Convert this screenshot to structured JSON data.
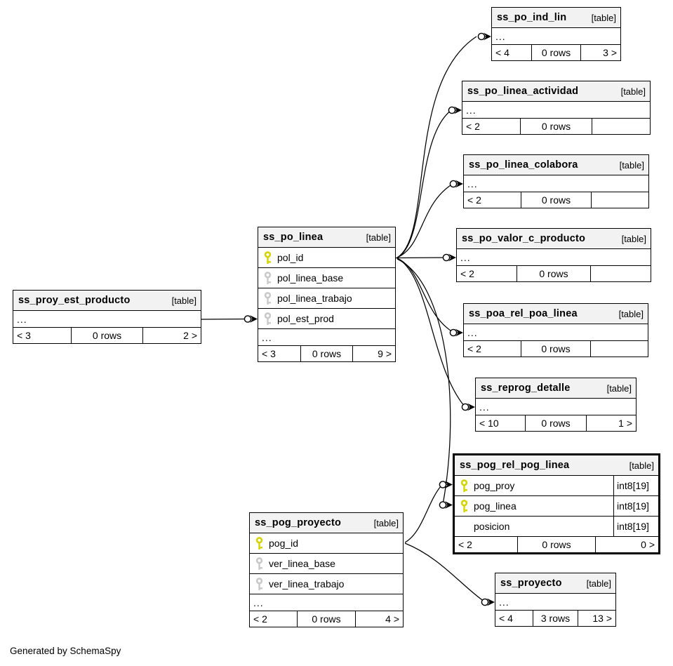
{
  "diagram": {
    "credit": "Generated by SchemaSpy",
    "colors": {
      "primary_key": "#d4d400",
      "foreign_key": "#c9c9c9",
      "header_bg": "#f2f2f2",
      "border": "#000000"
    },
    "tables": [
      {
        "name": "ss_po_ind_lin",
        "tag": "[table]",
        "columns": [],
        "ellipsis": "...",
        "footer": {
          "left": "< 4",
          "center": "0 rows",
          "right": "3 >"
        },
        "emphasized": false
      },
      {
        "name": "ss_po_linea_actividad",
        "tag": "[table]",
        "columns": [],
        "ellipsis": "...",
        "footer": {
          "left": "< 2",
          "center": "0 rows",
          "right": ""
        },
        "emphasized": false
      },
      {
        "name": "ss_po_linea_colabora",
        "tag": "[table]",
        "columns": [],
        "ellipsis": "...",
        "footer": {
          "left": "< 2",
          "center": "0 rows",
          "right": ""
        },
        "emphasized": false
      },
      {
        "name": "ss_po_valor_c_producto",
        "tag": "[table]",
        "columns": [],
        "ellipsis": "...",
        "footer": {
          "left": "< 2",
          "center": "0 rows",
          "right": ""
        },
        "emphasized": false
      },
      {
        "name": "ss_poa_rel_poa_linea",
        "tag": "[table]",
        "columns": [],
        "ellipsis": "...",
        "footer": {
          "left": "< 2",
          "center": "0 rows",
          "right": ""
        },
        "emphasized": false
      },
      {
        "name": "ss_reprog_detalle",
        "tag": "[table]",
        "columns": [],
        "ellipsis": "...",
        "footer": {
          "left": "< 10",
          "center": "0 rows",
          "right": "1 >"
        },
        "emphasized": false
      },
      {
        "name": "ss_pog_rel_pog_linea",
        "tag": "[table]",
        "columns": [
          {
            "name": "pog_proy",
            "key": "pk",
            "type": "int8[19]"
          },
          {
            "name": "pog_linea",
            "key": "pk",
            "type": "int8[19]"
          },
          {
            "name": "posicion",
            "key": null,
            "type": "int8[19]"
          }
        ],
        "ellipsis": null,
        "footer": {
          "left": "< 2",
          "center": "0 rows",
          "right": "0 >"
        },
        "emphasized": true
      },
      {
        "name": "ss_po_linea",
        "tag": "[table]",
        "columns": [
          {
            "name": "pol_id",
            "key": "pk",
            "type": null
          },
          {
            "name": "pol_linea_base",
            "key": "fk",
            "type": null
          },
          {
            "name": "pol_linea_trabajo",
            "key": "fk",
            "type": null
          },
          {
            "name": "pol_est_prod",
            "key": "fk",
            "type": null
          }
        ],
        "ellipsis": "...",
        "footer": {
          "left": "< 3",
          "center": "0 rows",
          "right": "9 >"
        },
        "emphasized": false
      },
      {
        "name": "ss_proy_est_producto",
        "tag": "[table]",
        "columns": [],
        "ellipsis": "...",
        "footer": {
          "left": "< 3",
          "center": "0 rows",
          "right": "2 >"
        },
        "emphasized": false
      },
      {
        "name": "ss_pog_proyecto",
        "tag": "[table]",
        "columns": [
          {
            "name": "pog_id",
            "key": "pk",
            "type": null
          },
          {
            "name": "ver_linea_base",
            "key": "fk",
            "type": null
          },
          {
            "name": "ver_linea_trabajo",
            "key": "fk",
            "type": null
          }
        ],
        "ellipsis": "...",
        "footer": {
          "left": "< 2",
          "center": "0 rows",
          "right": "4 >"
        },
        "emphasized": false
      },
      {
        "name": "ss_proyecto",
        "tag": "[table]",
        "columns": [],
        "ellipsis": "...",
        "footer": {
          "left": "< 4",
          "center": "3 rows",
          "right": "13 >"
        },
        "emphasized": false
      }
    ],
    "relationships": [
      {
        "from": "ss_po_linea.pol_id",
        "to": "ss_po_ind_lin"
      },
      {
        "from": "ss_po_linea.pol_id",
        "to": "ss_po_linea_actividad"
      },
      {
        "from": "ss_po_linea.pol_id",
        "to": "ss_po_linea_colabora"
      },
      {
        "from": "ss_po_linea.pol_id",
        "to": "ss_po_valor_c_producto"
      },
      {
        "from": "ss_po_linea.pol_id",
        "to": "ss_poa_rel_poa_linea"
      },
      {
        "from": "ss_po_linea.pol_id",
        "to": "ss_reprog_detalle"
      },
      {
        "from": "ss_po_linea.pol_id",
        "to": "ss_pog_rel_pog_linea.pog_linea"
      },
      {
        "from": "ss_pog_proyecto.pog_id",
        "to": "ss_pog_rel_pog_linea.pog_proy"
      },
      {
        "from": "ss_pog_proyecto.pog_id",
        "to": "ss_proyecto"
      },
      {
        "from": "ss_proy_est_producto",
        "to": "ss_po_linea.pol_est_prod"
      }
    ]
  }
}
